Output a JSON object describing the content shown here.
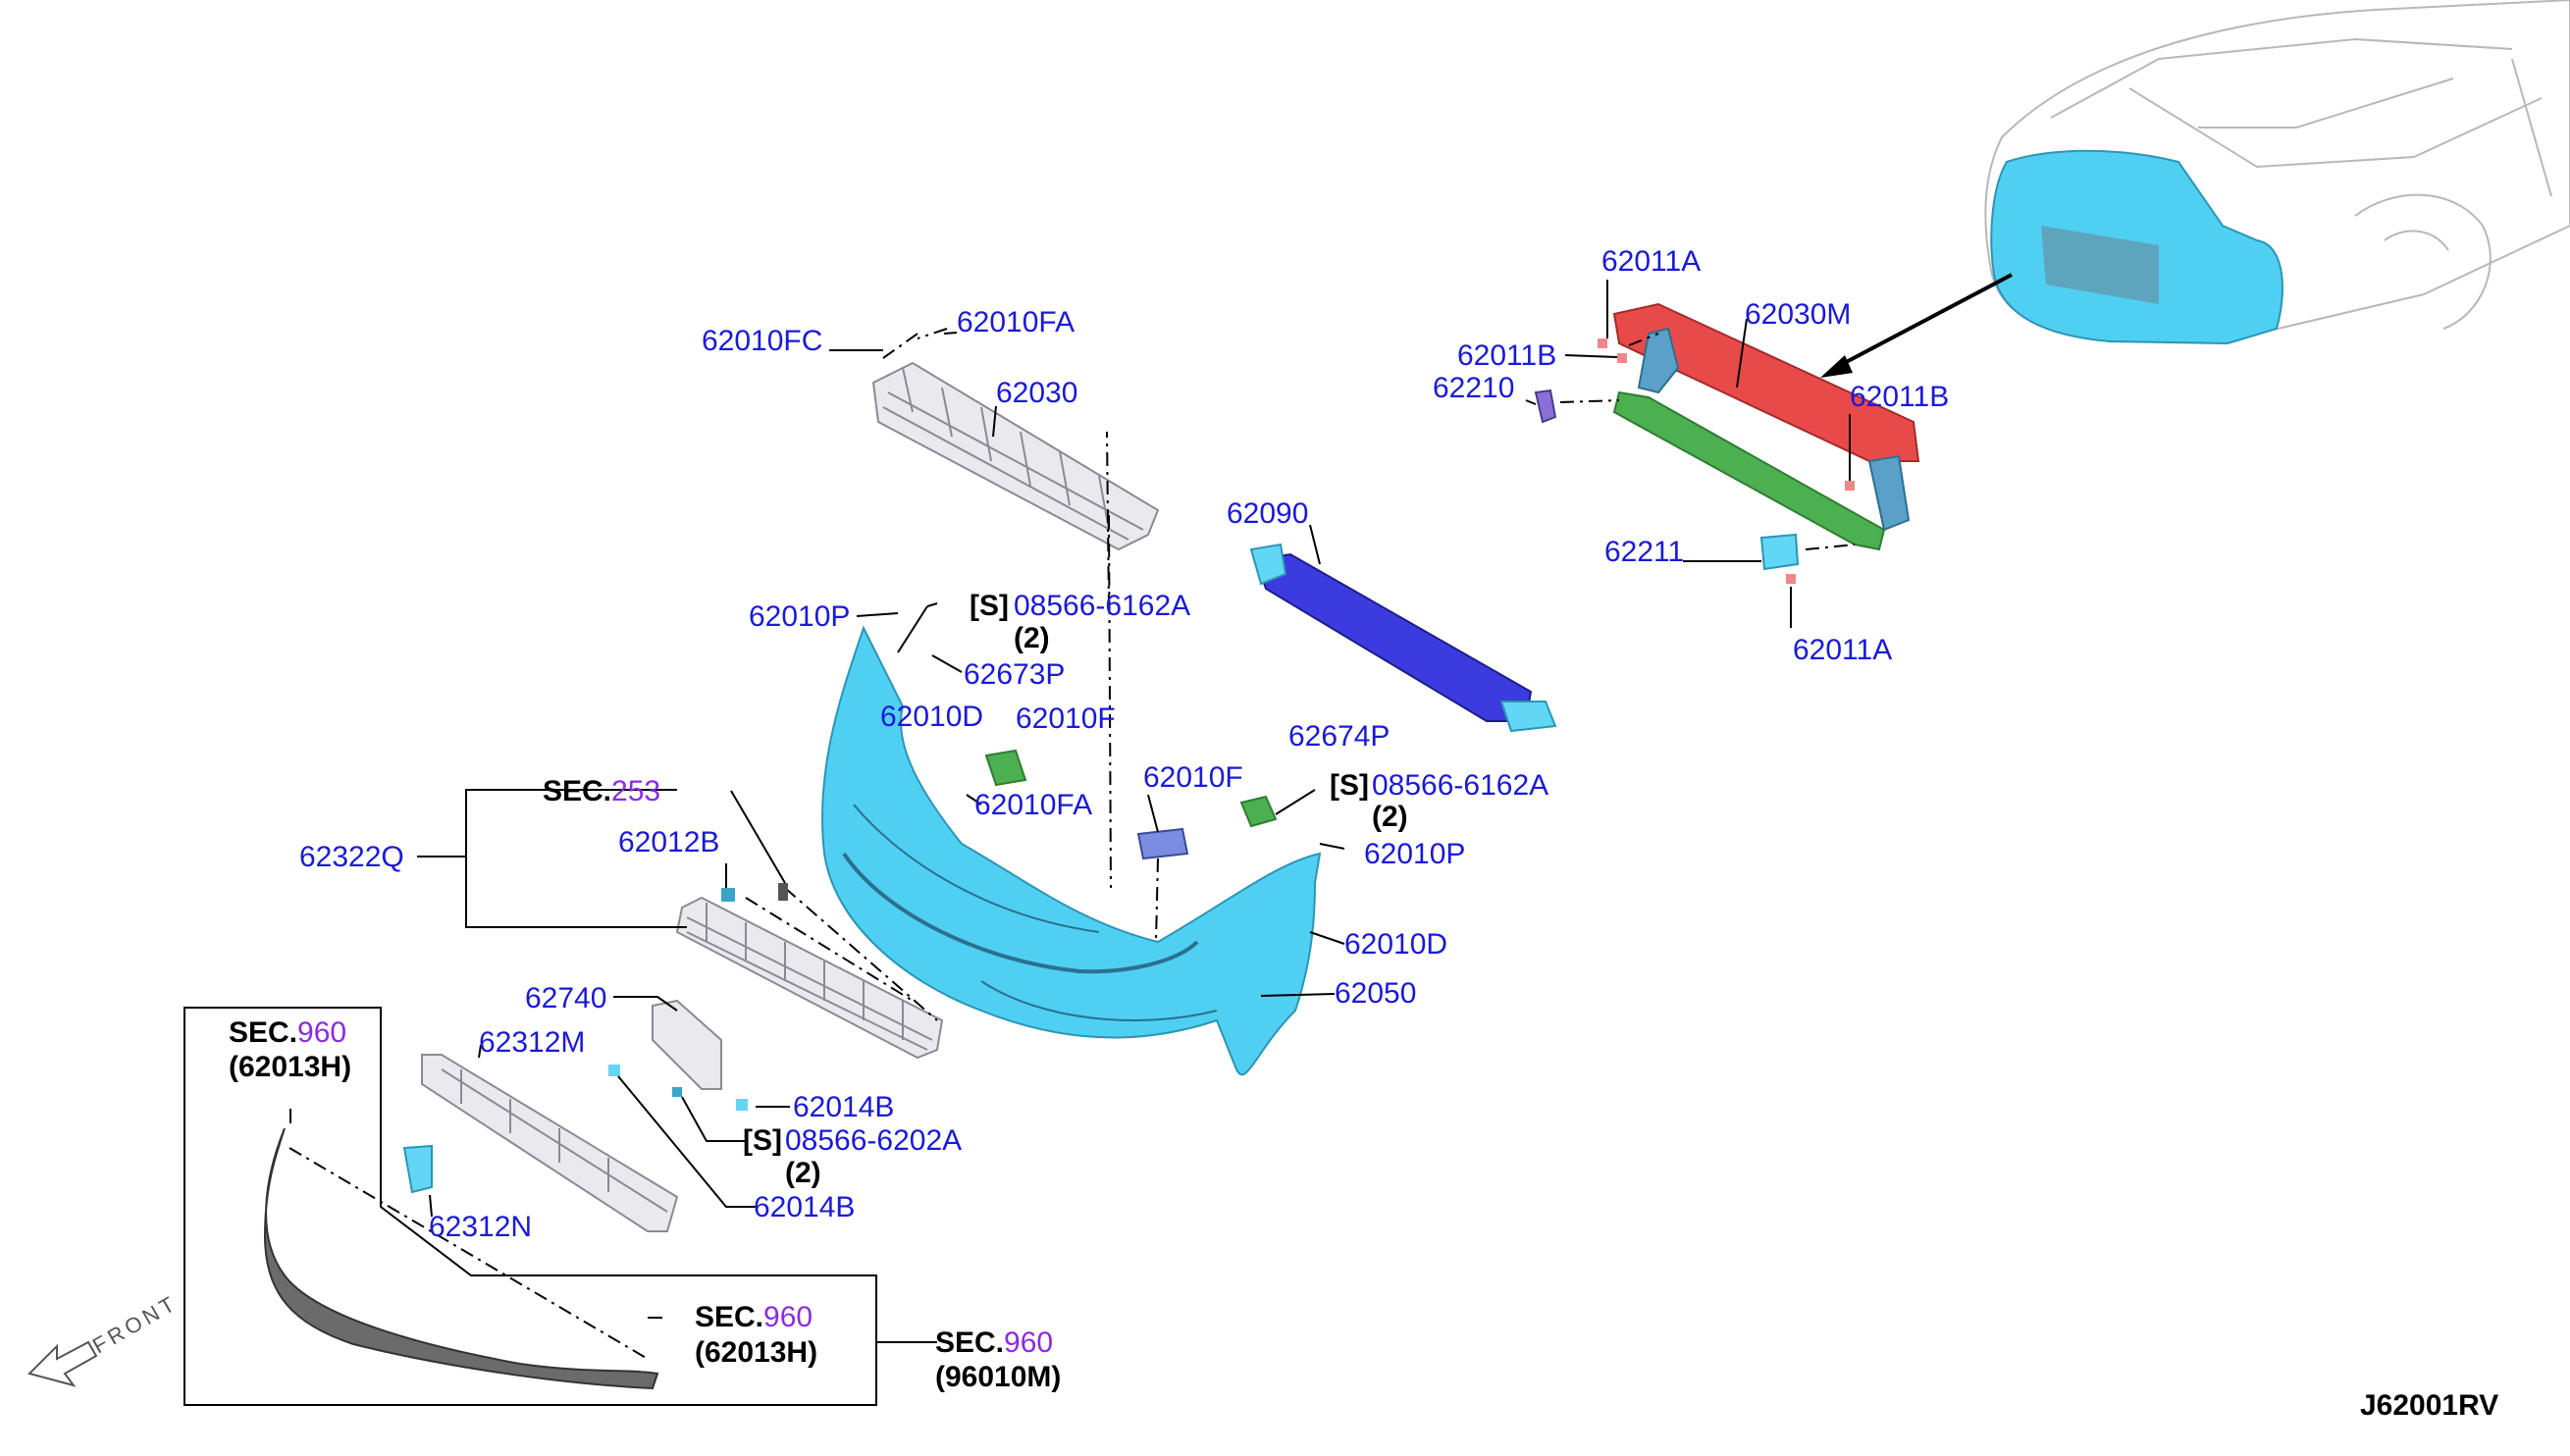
{
  "labels": {
    "p62011A_top": "62011A",
    "p62030M": "62030M",
    "p62011B_left": "62011B",
    "p62210": "62210",
    "p62011B_right": "62011B",
    "p62211": "62211",
    "p62011A_bottom": "62011A",
    "p62010FC": "62010FC",
    "p62010FA_top": "62010FA",
    "p62030": "62030",
    "p62090": "62090",
    "p62010P_left": "62010P",
    "s_tag_1": "[S]",
    "p08566_6162A_1": "08566-6162A",
    "qty_1": "(2)",
    "p62673P": "62673P",
    "p62010D_left": "62010D",
    "p62010F_left": "62010F",
    "p62010F_center": "62010F",
    "p62674P": "62674P",
    "s_tag_2": "[S]",
    "p08566_6162A_2": "08566-6162A",
    "qty_2": "(2)",
    "p62010FA_mid": "62010FA",
    "p62010P_right": "62010P",
    "p62010D_right": "62010D",
    "p62050": "62050",
    "sec253_prefix": "SEC.",
    "sec253_num": "253",
    "p62322Q": "62322Q",
    "p62012B": "62012B",
    "p62740": "62740",
    "p62312M": "62312M",
    "p62014B_right": "62014B",
    "s_tag_3": "[S]",
    "p08566_6202A": "08566-6202A",
    "qty_3": "(2)",
    "p62014B_bottom": "62014B",
    "p62312N": "62312N",
    "sec960a_prefix": "SEC.",
    "sec960a_num": "960",
    "sec960a_ref": "(62013H)",
    "sec960b_prefix": "SEC.",
    "sec960b_num": "960",
    "sec960b_ref": "(62013H)",
    "sec960c_prefix": "SEC.",
    "sec960c_num": "960",
    "sec960c_ref": "(96010M)",
    "front": "FRONT",
    "diagram_id": "J62001RV"
  },
  "colors": {
    "label_blue": "#1a1ad6",
    "sec_purple": "#8a2be2",
    "bumper_cyan": "#4fd0f2",
    "reinforcement_red": "#e84a4a",
    "stay_green": "#4caf50",
    "absorber_blue": "#3b3be0"
  }
}
